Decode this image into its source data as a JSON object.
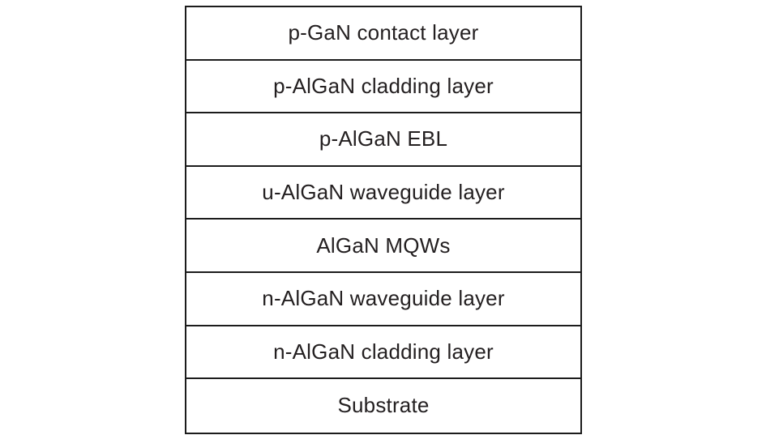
{
  "diagram": {
    "layers": [
      {
        "label": "p-GaN contact layer"
      },
      {
        "label": "p-AlGaN cladding layer"
      },
      {
        "label": "p-AlGaN EBL"
      },
      {
        "label": "u-AlGaN waveguide layer"
      },
      {
        "label": "AlGaN MQWs"
      },
      {
        "label": "n-AlGaN waveguide layer"
      },
      {
        "label": "n-AlGaN cladding layer"
      },
      {
        "label": "Substrate"
      }
    ],
    "colors": {
      "border": "#1c1c1c",
      "fill": "#ffffff",
      "text": "#231f20"
    }
  }
}
